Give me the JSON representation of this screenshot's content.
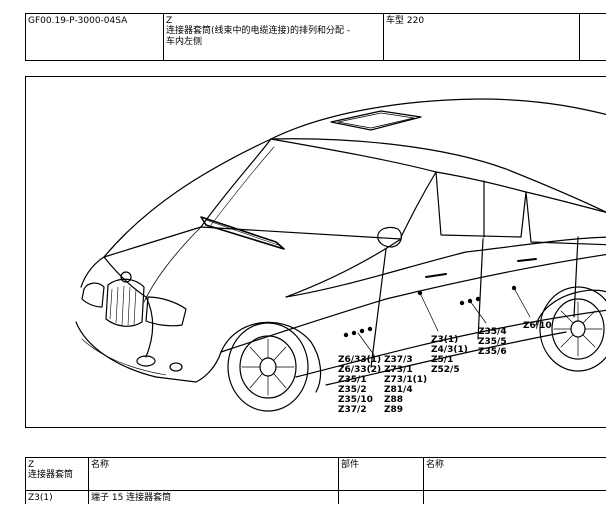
{
  "header": {
    "doc_id": "GF00.19-P-3000-04SA",
    "code": "Z",
    "title": "连接器套筒(线束中的电缆连接)的排列和分配 - 车内左侧",
    "title_line1": "连接器套筒(线束中的电缆连接)的排列和分配 -",
    "title_line2": "车内左侧",
    "model": "车型 220"
  },
  "figure": {
    "callouts": {
      "g1_c1": [
        "Z6/33(1)",
        "Z6/33(2)",
        "Z35/1",
        "Z35/2",
        "Z35/10",
        "Z37/2"
      ],
      "g1_c2": [
        "Z37/3",
        "Z73/1",
        "Z73/1(1)",
        "Z81/4",
        "Z88",
        "Z89"
      ],
      "g2": [
        "Z3(1)",
        "Z4/3(1)",
        "Z5/1",
        "Z52/5"
      ],
      "g3": [
        "Z35/4",
        "Z35/5",
        "Z35/6"
      ],
      "g4": [
        "Z6/10"
      ]
    }
  },
  "table": {
    "headers": {
      "code": "Z",
      "code_sub": "连接器套筒",
      "name": "名称",
      "part": "部件",
      "name2": "名称"
    },
    "rows": [
      {
        "code": "Z3(1)",
        "name": "端子 15 连接器套筒"
      }
    ]
  }
}
